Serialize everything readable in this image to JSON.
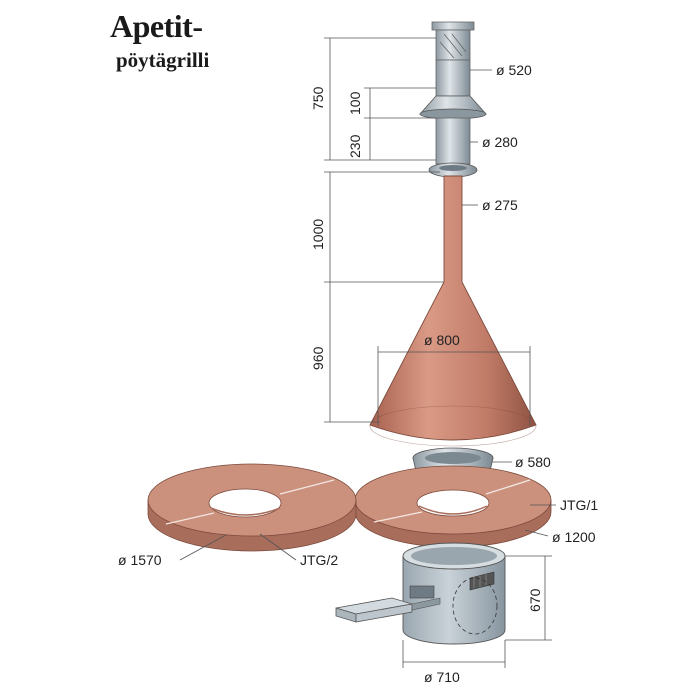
{
  "title": "Apetit-",
  "subtitle": "pöytägrilli",
  "dimensions": {
    "d520": "ø 520",
    "d280": "ø 280",
    "d275": "ø 275",
    "d800": "ø 800",
    "d580": "ø 580",
    "d1200": "ø 1200",
    "d1570": "ø 1570",
    "d710": "ø 710",
    "h750": "750",
    "h100": "100",
    "h230": "230",
    "h1000": "1000",
    "h960": "960",
    "h670": "670"
  },
  "parts": {
    "jtg1": "JTG/1",
    "jtg2": "JTG/2"
  },
  "colors": {
    "copper": "#c4826e",
    "copper_dark": "#9e5e4c",
    "steel": "#b9c4cc",
    "steel_dark": "#7e8b94",
    "table_top": "#c78f7c",
    "table_edge": "#a56a58"
  }
}
